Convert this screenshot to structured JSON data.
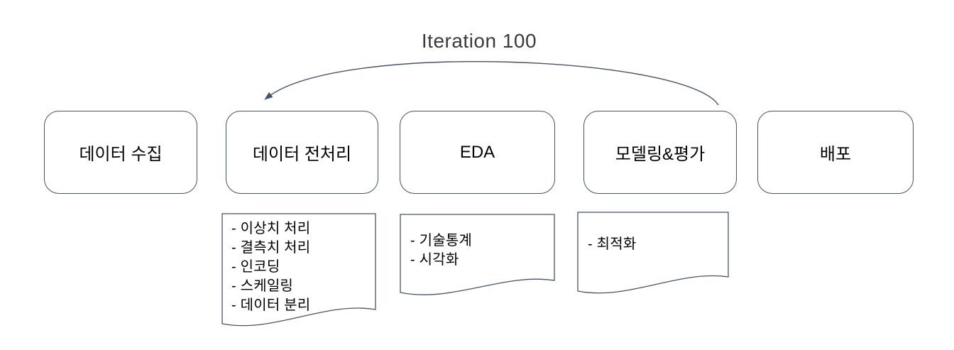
{
  "title": "Iteration 100",
  "stages": [
    {
      "label": "데이터 수집"
    },
    {
      "label": "데이터 전처리"
    },
    {
      "label": "EDA"
    },
    {
      "label": "모델링&평가"
    },
    {
      "label": "배포"
    }
  ],
  "documents": [
    {
      "items": [
        "- 이상치 처리",
        "- 결측치 처리",
        "- 인코딩",
        "- 스케일링",
        "- 데이터 분리"
      ]
    },
    {
      "items": [
        "- 기술통계",
        "- 시각화"
      ]
    },
    {
      "items": [
        "- 최적화"
      ]
    }
  ],
  "colors": {
    "outline": "#44546A",
    "stage_text": "#000000",
    "title_text": "#3A3A3A",
    "background": "#FFFFFF"
  }
}
